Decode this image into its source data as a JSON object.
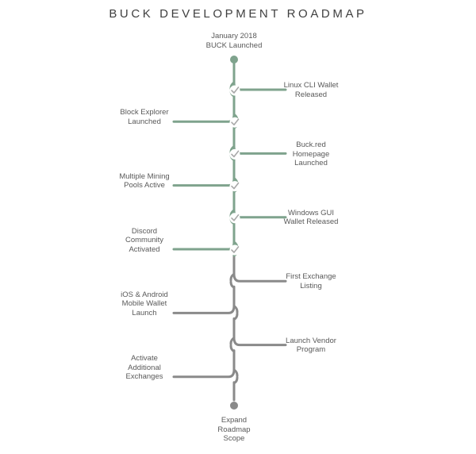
{
  "title": "BUCK DEVELOPMENT ROADMAP",
  "colors": {
    "completed": "#7fa38d",
    "upcoming": "#8a8a8a",
    "text": "#595959",
    "title": "#404040",
    "check": "#ffffff"
  },
  "start": {
    "lines": [
      "January 2018",
      "BUCK Launched"
    ],
    "status": "completed"
  },
  "milestones": [
    {
      "lines": [
        "Linux CLI Wallet",
        "Released"
      ],
      "side": "right",
      "status": "completed"
    },
    {
      "lines": [
        "Block Explorer",
        "Launched"
      ],
      "side": "left",
      "status": "completed"
    },
    {
      "lines": [
        "Buck.red",
        "Homepage",
        "Launched"
      ],
      "side": "right",
      "status": "completed"
    },
    {
      "lines": [
        "Multiple Mining",
        "Pools Active"
      ],
      "side": "left",
      "status": "completed"
    },
    {
      "lines": [
        "Windows GUI",
        "Wallet Released"
      ],
      "side": "right",
      "status": "completed"
    },
    {
      "lines": [
        "Discord",
        "Community",
        "Activated"
      ],
      "side": "left",
      "status": "completed"
    },
    {
      "lines": [
        "First Exchange",
        "Listing"
      ],
      "side": "right",
      "status": "upcoming"
    },
    {
      "lines": [
        "iOS & Android",
        "Mobile Wallet",
        "Launch"
      ],
      "side": "left",
      "status": "upcoming"
    },
    {
      "lines": [
        "Launch Vendor",
        "Program"
      ],
      "side": "right",
      "status": "upcoming"
    },
    {
      "lines": [
        "Activate",
        "Additional",
        "Exchanges"
      ],
      "side": "left",
      "status": "upcoming"
    }
  ],
  "end": {
    "lines": [
      "Expand",
      "Roadmap",
      "Scope"
    ],
    "status": "upcoming"
  }
}
